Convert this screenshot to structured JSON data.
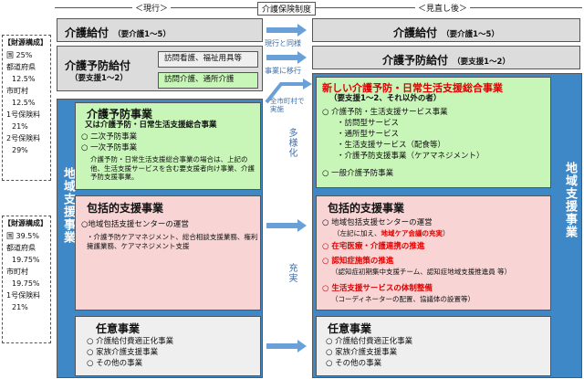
{
  "header": {
    "current": "＜現行＞",
    "center": "介護保険制度",
    "after": "＜見直し後＞"
  },
  "finance1": {
    "title": "【財源構成】",
    "lines": [
      "国 25%",
      "都道府県",
      "12.5%",
      "市町村",
      "12.5%",
      "1号保険料",
      "21%",
      "2号保険料",
      "29%"
    ]
  },
  "finance2": {
    "title": "【財源構成】",
    "lines": [
      "国 39.5%",
      "都道府県",
      "19.75%",
      "市町村",
      "19.75%",
      "1号保険料",
      "21%"
    ]
  },
  "left": {
    "kaigo_kyufu": {
      "title": "介護給付",
      "sub": "（要介護1～5）"
    },
    "yobou_kyufu": {
      "title": "介護予防給付",
      "sub": "（要支援1～2）",
      "item1": "訪問看護、福祉用具等",
      "item2": "訪問介護、通所介護"
    },
    "chiiki_label": "地域支援事業",
    "yobou_jigyo": {
      "title": "介護予防事業",
      "sub": "又は介護予防・日常生活支援総合事業",
      "b1": "○ 二次予防事業",
      "b2": "○ 一次予防事業",
      "note": "介護予防・日常生活支援総合事業の場合は、上記の他、生活支援サービスを含む要支援者向け事業、介護予防支援事業。"
    },
    "houkatsu": {
      "title": "包括的支援事業",
      "b1": "○地域包括支援センターの運営",
      "b2": "・介護予防ケアマネジメント、総合相談支援業務、権利擁護業務、ケアマネジメント支援"
    },
    "nini": {
      "title": "任意事業",
      "items": [
        "○ 介護給付費適正化事業",
        "○ 家族介護支援事業",
        "○ その他の事業"
      ]
    }
  },
  "arrows": {
    "a1": "現行と同様",
    "a2": "事業に移行",
    "a3": "全市町村で実施",
    "tayou": "多様化",
    "juujitsu": "充実"
  },
  "right": {
    "kaigo_kyufu": {
      "title": "介護給付",
      "sub": "（要介護1～5）"
    },
    "yobou_kyufu": {
      "title": "介護予防給付",
      "sub": "（要支援1～2）"
    },
    "chiiki_label": "地域支援事業",
    "sougou": {
      "title": "新しい介護予防・日常生活支援総合事業",
      "sub": "（要支援1～2、それ以外の者）",
      "items": [
        "○ 介護予防・生活支援サービス事業",
        "・訪問型サービス",
        "・通所型サービス",
        "・生活支援サービス（配食等）",
        "・介護予防支援事業（ケアマネジメント）",
        "○ 一般介護予防事業"
      ]
    },
    "houkatsu": {
      "title": "包括的支援事業",
      "b1": "○ 地域包括支援センターの運営",
      "b1_note_a": "（左記に加え、",
      "b1_note_red": "地域ケア会議の充実",
      "b1_note_b": "）",
      "b2": "○ 在宅医療・介護連携の推進",
      "b3": "○ 認知症施策の推進",
      "b3_note": "（認知症初期集中支援チーム、認知症地域支援推進員 等）",
      "b4": "○ 生活支援サービスの体制整備",
      "b4_note": "（コーディネーターの配置、協議体の設置等）"
    },
    "nini": {
      "title": "任意事業",
      "items": [
        "○ 介護給付費適正化事業",
        "○ 家族介護支援事業",
        "○ その他の事業"
      ]
    },
    "colors": {
      "green": "#c8f5b8",
      "pink": "#f8d4d4",
      "blue": "#3f88c8",
      "red": "#e00000"
    }
  }
}
